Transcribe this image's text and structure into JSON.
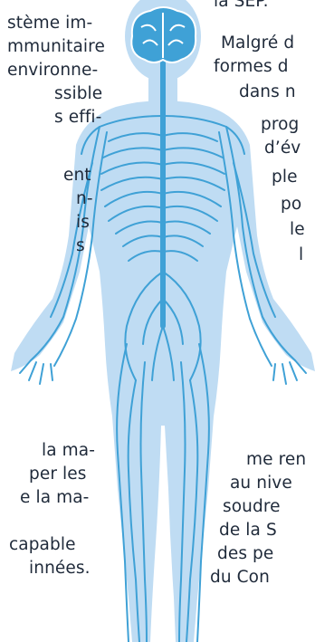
{
  "text_left_top": [
    "stème im-",
    "mmunitaire",
    "environne-",
    "ssible",
    "s effi-",
    "ent",
    "n-",
    "is",
    "s"
  ],
  "text_right_top": [
    "la SEP.",
    "Malgré d",
    "formes d",
    "dans n",
    "prog",
    "d’év",
    "ple",
    "po",
    "le",
    "l"
  ],
  "text_left_bottom": [
    "la ma-",
    "per les",
    "e la ma-",
    "capable",
    "innées."
  ],
  "text_right_bottom": [
    "me ren",
    "au nive",
    "soudre",
    "de la S",
    "des pe",
    "du Con"
  ],
  "colors": {
    "body_fill": "#bfdcf3",
    "nerve": "#3fa1d6",
    "brain_stroke": "#ffffff",
    "text": "#1f2a3a"
  },
  "icons": [
    "human-nervous-system-illustration",
    "brain-icon"
  ]
}
